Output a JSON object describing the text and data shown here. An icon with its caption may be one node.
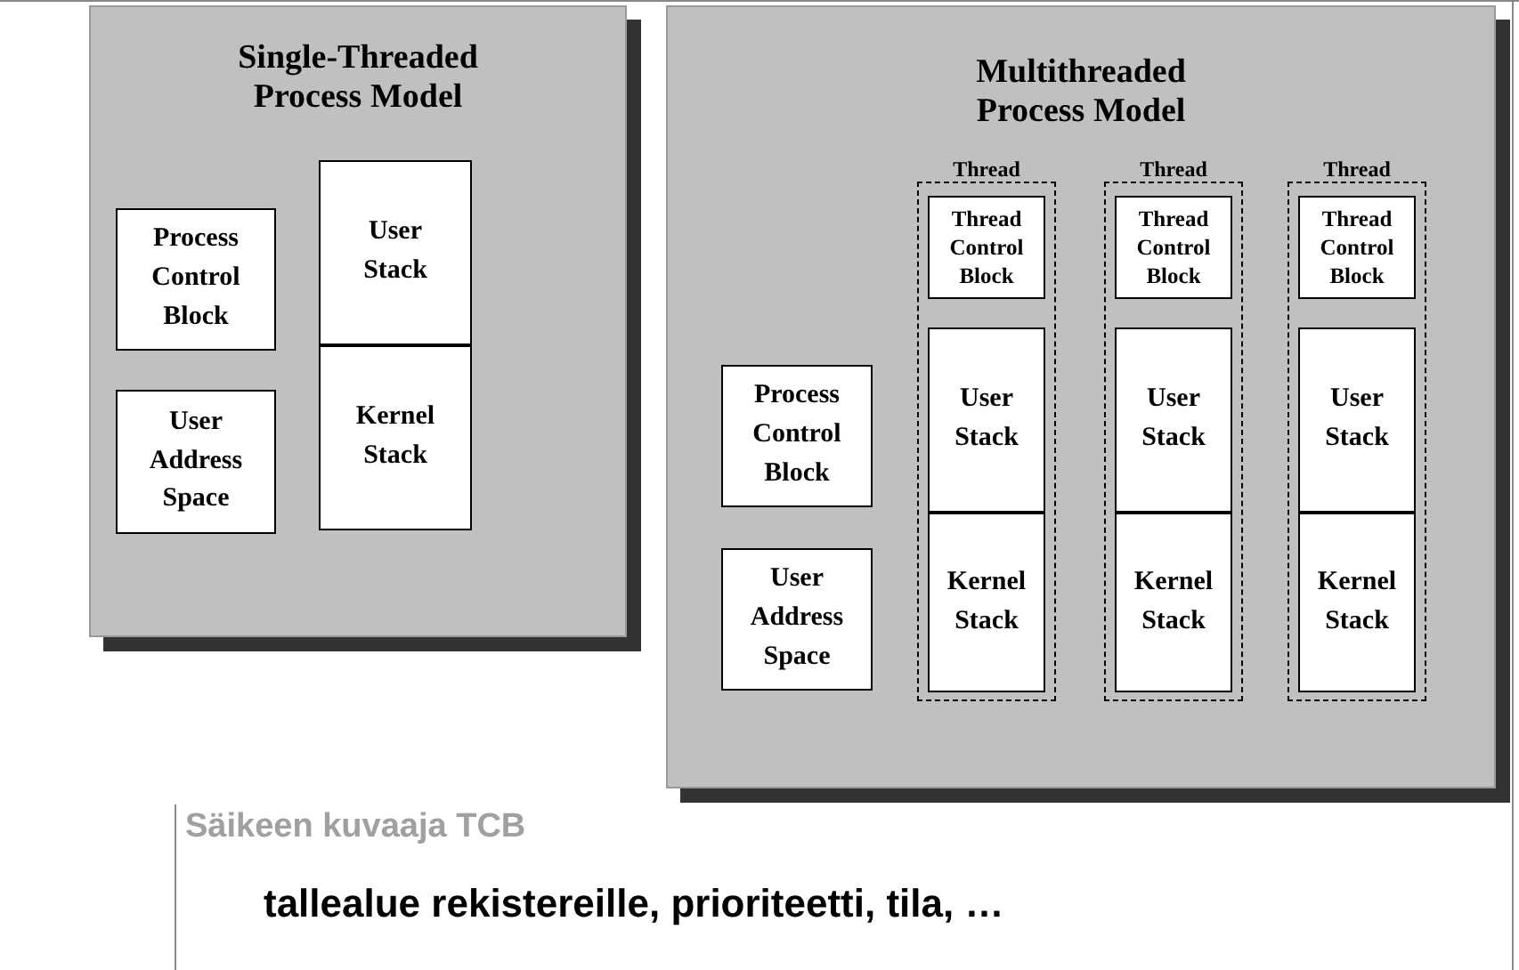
{
  "diagram": {
    "nodes": [
      {
        "text": [
          "Single-Threaded Process Model"
        ]
      },
      {
        "text": [
          "Process Control Block"
        ],
        "in": 0
      },
      {
        "text": [
          "User Address Space"
        ],
        "in": 0
      },
      {
        "text": [
          "User Stack"
        ],
        "in": 0
      },
      {
        "text": [
          "Kernel Stack"
        ],
        "in": 0
      },
      {
        "text": [
          "Multithreaded Process Model"
        ]
      },
      {
        "text": [
          "Process Control Block"
        ],
        "in": 5
      },
      {
        "text": [
          "User Address Space"
        ],
        "in": 5
      },
      {
        "text": [
          "Thread"
        ],
        "in": 5
      },
      {
        "text": [
          "Thread Control Block"
        ],
        "in": 8
      },
      {
        "text": [
          "User Stack"
        ],
        "in": 8
      },
      {
        "text": [
          "Kernel Stack"
        ],
        "in": 8
      },
      {
        "text": [
          "Thread"
        ],
        "in": 5
      },
      {
        "text": [
          "Thread Control Block"
        ],
        "in": 12
      },
      {
        "text": [
          "User Stack"
        ],
        "in": 12
      },
      {
        "text": [
          "Kernel Stack"
        ],
        "in": 12
      },
      {
        "text": [
          "Thread"
        ],
        "in": 5
      },
      {
        "text": [
          "Thread Control Block"
        ],
        "in": 16
      },
      {
        "text": [
          "User Stack"
        ],
        "in": 16
      },
      {
        "text": [
          "Kernel Stack"
        ],
        "in": 16
      }
    ],
    "labels": [
      "Säikeen kuvaaja TCB",
      "tallealue rekistereille, prioriteetti,  tila, …"
    ]
  }
}
